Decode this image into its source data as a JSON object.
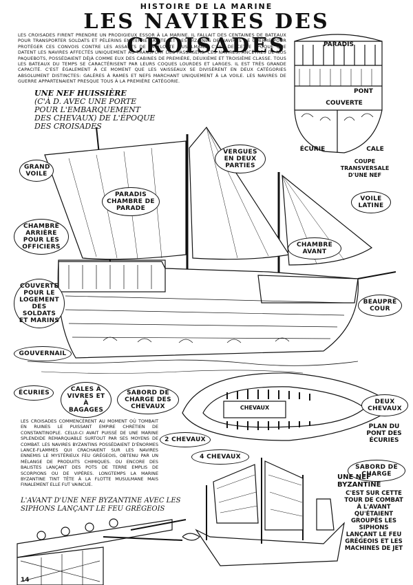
{
  "header": {
    "supertitle": "HISTOIRE DE LA MARINE",
    "title": "LES NAVIRES DES CROISADES"
  },
  "intro_text": "LES CROISADES FIRENT PRENDRE UN PRODIGIEUX ESSOR À LA MARINE. IL FALLAIT DES CENTAINES DE BATEAUX POUR TRANSPORTER SOLDATS ET PÈLERINS EN TERRE SAINTE, ET DES DIZAINES DE NAVIRES DE GUERRE POUR PROTÉGER CES CONVOIS CONTRE LES ASSAUTS DE LA FLOTTE MUSULMANE. C'EST DE CETTE ÉPOQUE QUE DATENT LES NAVIRES AFFECTÉS UNIQUEMENT AU TRANSPORT DES PASSAGERS. CES NAVIRES, ANCÊTRES DE NOS PAQUEBOTS, POSSÉDAIENT DÉJÀ COMME EUX DES CABINES DE PREMIÈRE, DEUXIÈME ET TROISIÈME CLASSE. TOUS LES BATEAUX DU TEMPS SE CARACTÉRISENT PAR LEURS COQUES LOURDES ET LARGES. IL EST TRÈS GRANDE CAPACITÉ. C'EST ÉGALEMENT À CE MOMENT QUE LES VAISSEAUX SE DIVISÈRENT EN DEUX CATÉGORIES ABSOLUMENT DISTINCTES: GALÈRES À RAMES ET NEFS MARCHANT UNIQUEMENT À LA VOILE. LES NAVIRES DE GUERRE APPARTENAIENT PRESQUE TOUS À LA PREMIÈRE CATÉGORIE.",
  "coupe": {
    "labels": {
      "paradis": "PARADIS",
      "pont": "PONT",
      "couverte": "COUVERTE",
      "ecurie": "ÉCURIE",
      "cale": "CALE"
    },
    "caption": "COUPE TRANSVERSALE D'UNE NEF"
  },
  "nef_caption": {
    "line1": "UNE NEF HUISSIÈRE",
    "line2": "(C'À D. AVEC UNE PORTE POUR L'EMBARQUEMENT DES CHEVAUX) DE L'ÉPOQUE DES CROISADES"
  },
  "ship_labels": {
    "vergues": "VERGUES EN DEUX PARTIES",
    "grand_voile": "GRAND VOILE",
    "paradis_chambre": "PARADIS CHAMBRE DE PARADE",
    "voile_latine": "VOILE LATINE",
    "chambre_arriere": "CHAMBRE ARRIÈRE POUR LES OFFICIERS",
    "chambre_avant": "CHAMBRE AVANT",
    "couverte_logement": "COUVERTE POUR LE LOGEMENT DES SOLDATS ET MARINS",
    "beaupre": "BEAUPRÉ COUR",
    "gouvernail": "GOUVERNAIL",
    "ecuries": "ÉCURIES",
    "cales": "CALES À VIVRES ET À BAGAGES",
    "sabord_chevaux": "SABORD DE CHARGE DES CHEVAUX"
  },
  "plan": {
    "chevaux_centre": "CHEVAUX",
    "deux_chevaux_r": "DEUX CHEVAUX",
    "deux_chevaux_l": "2 CHEVAUX",
    "quatre_chevaux": "4 CHEVAUX",
    "title": "PLAN DU PONT DES ÉCURIES",
    "sabord": "SABORD DE CHARGE"
  },
  "byzantine_text": "LES CROISADES COMMENCÈRENT AU MOMENT OÙ TOMBAIT EN RUINES LE PUISSANT EMPIRE CHRÉTIEN DE CONSTANTINOPLE. CELUI-CI AVAIT PUISSÉ DE UNE MARINE SPLENDIDE REMARQUABLE SURTOUT PAR SES MOYENS DE COMBAT. LES NAVIRES BYZANTINS POSSÉDAIENT D'ÉNORMES LANCE-FLAMMES QUI CRACHAIENT SUR LES NAVIRES ENNEMIS LE MYSTÉRIEUX FEU GRÉGEOIS, OBTENU PAR UN MÉLANGE DE PRODUITS CHIMIQUES. OU ENCORE DES BALISTES LANÇANT DES POTS DE TERRE EMPLIS DE SCORPIONS OU DE VIPÈRES. LONGTEMPS LA MARINE BYZANTINE TINT TÊTE À LA FLOTTE MUSULMANE MAIS FINALEMENT ELLE FUT VAINCUE.",
  "avant_caption": "L'AVANT D'UNE NEF BYZANTINE AVEC LES SIPHONS LANÇANT LE FEU GRÉGEOIS",
  "nef_byz": {
    "title": "UNE NEF BYZANTINE",
    "text": "C'EST SUR CETTE TOUR DE COMBAT À L'AVANT QU'ÉTAIENT GROUPÉS LES SIPHONS LANÇANT LE FEU GRÉGEOIS ET LES MACHINES DE JET"
  },
  "page_number": "14"
}
